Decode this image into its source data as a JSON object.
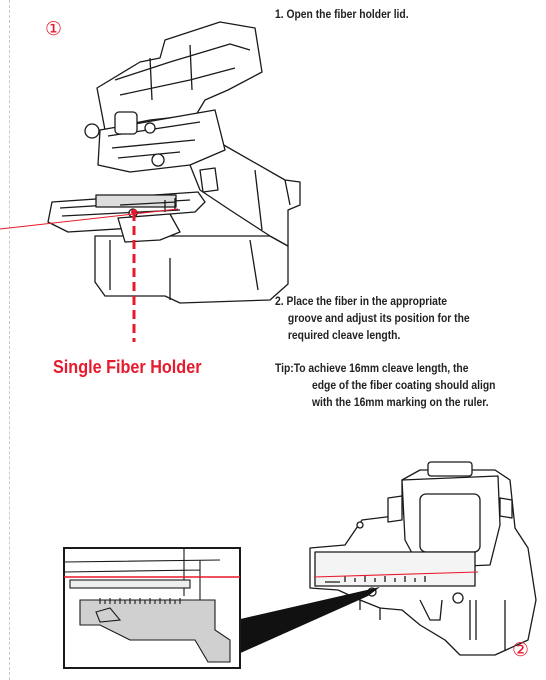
{
  "step1": {
    "number": "①",
    "instruction": "1. Open the fiber holder lid.",
    "callout_label": "Single Fiber Holder"
  },
  "step2": {
    "number": "②",
    "instruction_lines": [
      "2. Place the fiber in the appropriate",
      "groove and adjust its position for the",
      "required cleave length."
    ],
    "tip_lines": [
      "Tip:To achieve 16mm cleave length, the",
      "edge of the fiber coating should align",
      "with the 16mm marking on the ruler."
    ]
  },
  "colors": {
    "accent_red": "#e8192c",
    "dashed_border": "#c9c9c9",
    "text": "#222222",
    "line_art": "#1a1a1a"
  }
}
